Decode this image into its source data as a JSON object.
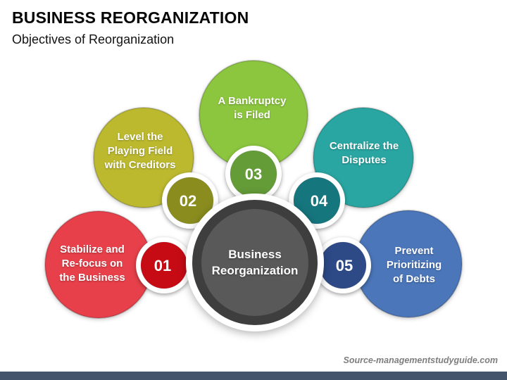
{
  "header": {
    "title": "BUSINESS REORGANIZATION",
    "subtitle": "Objectives of Reorganization"
  },
  "center": {
    "label": "Business\nReorganization",
    "fill": "#595959",
    "ring": "#3e3e3e"
  },
  "nodes": [
    {
      "number": "01",
      "label": "Stabilize and\nRe-focus on\nthe Business",
      "color": "#e7404a",
      "badge_color": "#c60b15"
    },
    {
      "number": "02",
      "label": "Level the\nPlaying Field\nwith Creditors",
      "color": "#bcb92f",
      "badge_color": "#8a8d1e"
    },
    {
      "number": "03",
      "label": "A Bankruptcy\nis Filed",
      "color": "#8cc63f",
      "badge_color": "#649c38"
    },
    {
      "number": "04",
      "label": "Centralize the\nDisputes",
      "color": "#29a6a2",
      "badge_color": "#16767e"
    },
    {
      "number": "05",
      "label": "Prevent\nPrioritizing\nof Debts",
      "color": "#4b76ba",
      "badge_color": "#2d4a87"
    }
  ],
  "footer": {
    "source": "Source-managementstudyguide.com"
  },
  "colors": {
    "bottom_bar": "#44546a",
    "footer_text": "#7e7e7e",
    "label_text": "#ffffff"
  }
}
